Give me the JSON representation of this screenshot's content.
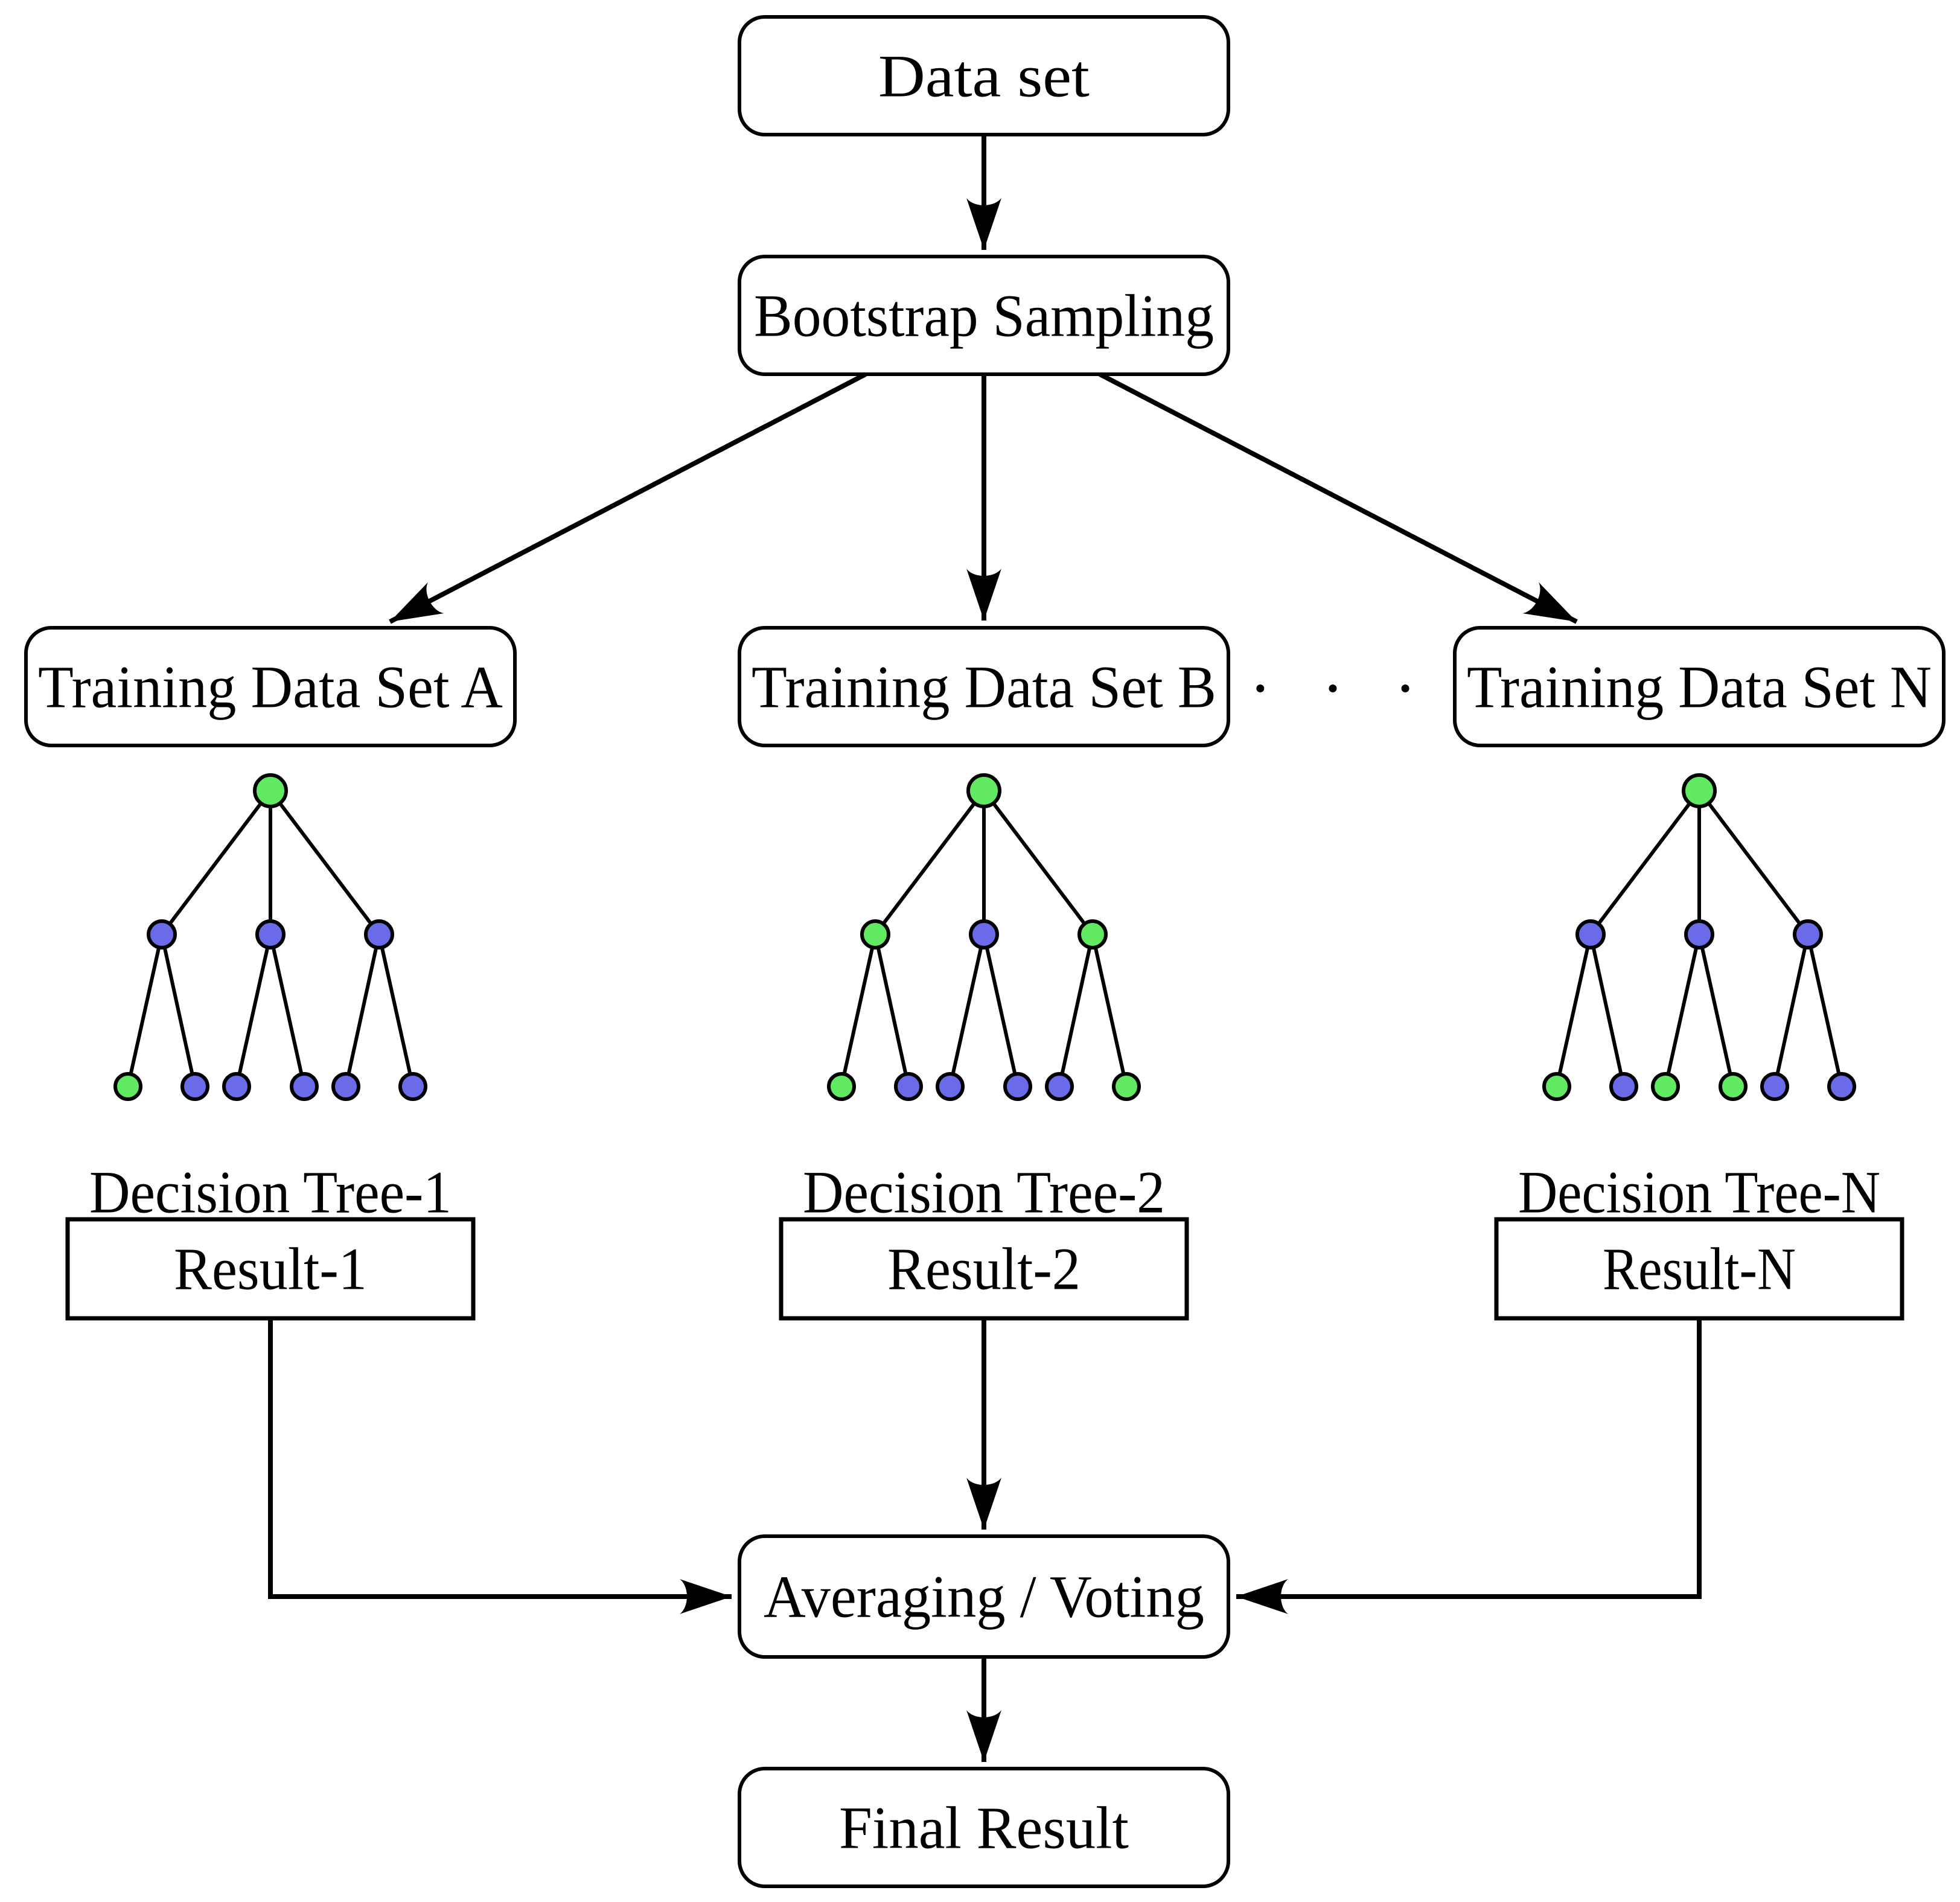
{
  "colors": {
    "node_green": "#62e962",
    "node_blue": "#6b6bea",
    "line": "#000000",
    "box_fill": "#ffffff",
    "background": "#ffffff"
  },
  "flow": {
    "dataset_label": "Data set",
    "bootstrap_label": "Bootstrap Sampling",
    "dots_label": "· · ·",
    "averaging_label": "Averaging / Voting",
    "final_label": "Final Result"
  },
  "columns": [
    {
      "training_label": "Training Data Set A",
      "tree_label": "Decision Tree-1",
      "result_label": "Result-1",
      "tree": {
        "root": "#62e962",
        "mids": [
          "#6b6bea",
          "#6b6bea",
          "#6b6bea"
        ],
        "leaves": [
          "#62e962",
          "#6b6bea",
          "#6b6bea",
          "#6b6bea",
          "#6b6bea",
          "#6b6bea"
        ]
      }
    },
    {
      "training_label": "Training Data Set B",
      "tree_label": "Decision Tree-2",
      "result_label": "Result-2",
      "tree": {
        "root": "#62e962",
        "mids": [
          "#62e962",
          "#6b6bea",
          "#62e962"
        ],
        "leaves": [
          "#62e962",
          "#6b6bea",
          "#6b6bea",
          "#6b6bea",
          "#6b6bea",
          "#62e962"
        ]
      }
    },
    {
      "training_label": "Training Data Set N",
      "tree_label": "Decision Tree-N",
      "result_label": "Result-N",
      "tree": {
        "root": "#62e962",
        "mids": [
          "#6b6bea",
          "#6b6bea",
          "#6b6bea"
        ],
        "leaves": [
          "#62e962",
          "#6b6bea",
          "#62e962",
          "#62e962",
          "#6b6bea",
          "#6b6bea"
        ]
      }
    }
  ]
}
